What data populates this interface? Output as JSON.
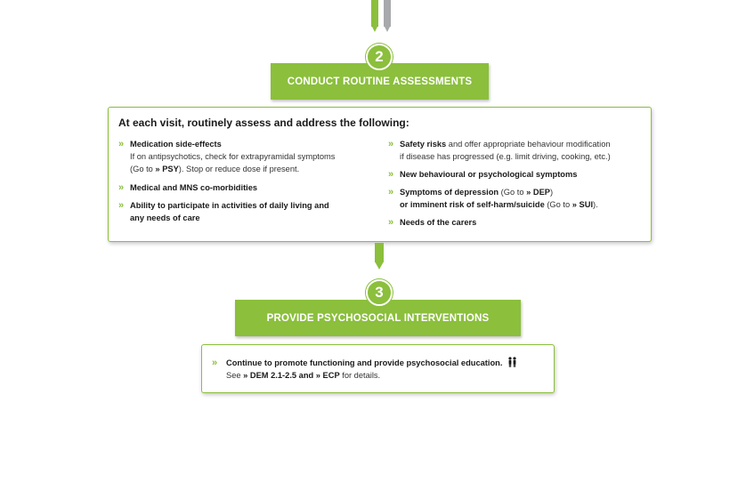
{
  "step2": {
    "number": "2",
    "title": "CONDUCT ROUTINE ASSESSMENTS",
    "heading": "At each visit, routinely assess and address the following:",
    "left_items": [
      {
        "title": "Medication side-effects",
        "line1": "If on antipsychotics, check for extrapyramidal symptoms",
        "line2_pre": "(Go to ",
        "line2_ref": "PSY",
        "line2_post": "). Stop or reduce dose if present."
      },
      {
        "title": "Medical and MNS co-morbidities"
      },
      {
        "title_line1": "Ability to participate in activities of daily living and",
        "title_line2": "any needs of care"
      }
    ],
    "right_items": [
      {
        "title": "Safety risks",
        "title_rest": " and offer appropriate behaviour modification",
        "line2": "if disease has progressed (e.g. limit driving, cooking, etc.)"
      },
      {
        "title": "New behavioural or psychological symptoms"
      },
      {
        "title": "Symptoms of depression",
        "ref1_pre": " (Go to ",
        "ref1": "DEP",
        "ref1_post": ")",
        "line2_bold": "or imminent risk of self-harm/suicide",
        "ref2_pre": " (Go to ",
        "ref2": "SUI",
        "ref2_post": ")."
      },
      {
        "title": "Needs of the carers"
      }
    ]
  },
  "step3": {
    "number": "3",
    "title": "PROVIDE PSYCHOSOCIAL INTERVENTIONS",
    "item_title": "Continue to promote functioning and provide psychosocial education.",
    "see_pre": "See ",
    "ref1": "DEM 2.1-2.5",
    "and": " and ",
    "ref2": "ECP",
    "see_post": " for details."
  },
  "symbols": {
    "chevron": "»",
    "arrow": "»"
  },
  "colors": {
    "accent": "#8bbf3c",
    "connector_grey": "#a7a9ab"
  },
  "icons": {
    "psychosocial": "people-icon"
  }
}
